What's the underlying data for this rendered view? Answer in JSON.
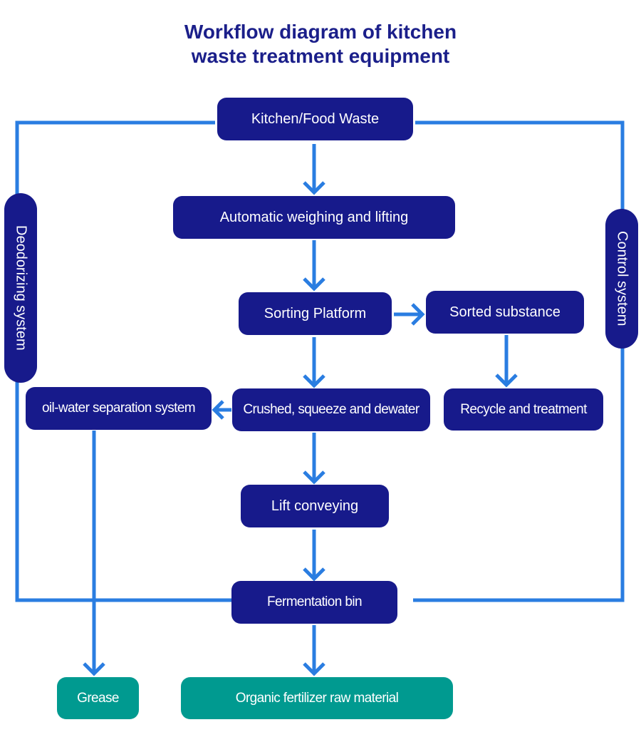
{
  "title": {
    "line1": "Workflow diagram of kitchen",
    "line2": "waste treatment equipment"
  },
  "colors": {
    "node_fill": "#171a8b",
    "output_fill": "#009a90",
    "connector": "#2a7de1",
    "title_text": "#1b1f8a"
  },
  "nodes": {
    "kitchen_waste": "Kitchen/Food Waste",
    "weighing_lifting": "Automatic weighing and lifting",
    "sorting_platform": "Sorting Platform",
    "sorted_substance": "Sorted substance",
    "crush_squeeze": "Crushed, squeeze and dewater",
    "recycle_treatment": "Recycle and treatment",
    "oil_water": "oil-water separation system",
    "lift_conveying": "Lift conveying",
    "fermentation_bin": "Fermentation bin",
    "grease": "Grease",
    "organic_fertilizer": "Organic fertilizer raw material"
  },
  "side_systems": {
    "left": "Deodorizing system",
    "right": "Control system"
  },
  "flows": [
    {
      "from": "Kitchen/Food Waste",
      "to": "Automatic weighing and lifting"
    },
    {
      "from": "Automatic weighing and lifting",
      "to": "Sorting Platform"
    },
    {
      "from": "Sorting Platform",
      "to": "Sorted substance"
    },
    {
      "from": "Sorted substance",
      "to": "Recycle and treatment"
    },
    {
      "from": "Sorting Platform",
      "to": "Crushed, squeeze and dewater"
    },
    {
      "from": "Crushed, squeeze and dewater",
      "to": "oil-water separation system"
    },
    {
      "from": "oil-water separation system",
      "to": "Grease"
    },
    {
      "from": "Crushed, squeeze and dewater",
      "to": "Lift conveying"
    },
    {
      "from": "Lift conveying",
      "to": "Fermentation bin"
    },
    {
      "from": "Fermentation bin",
      "to": "Organic fertilizer raw material"
    }
  ]
}
